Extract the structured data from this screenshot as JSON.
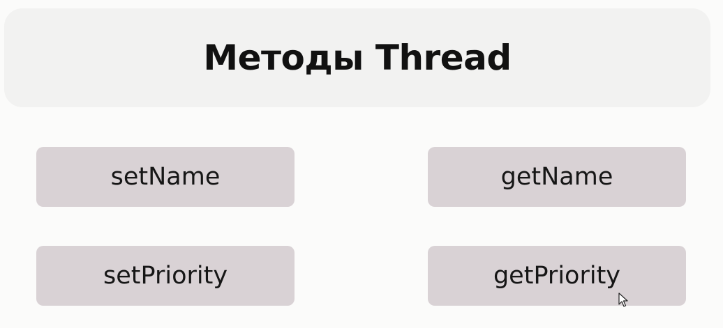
{
  "title": "Методы Thread",
  "methods": [
    {
      "label": "setName"
    },
    {
      "label": "getName"
    },
    {
      "label": "setPriority"
    },
    {
      "label": "getPriority"
    }
  ],
  "cursor_icon": "mouse-pointer-icon"
}
